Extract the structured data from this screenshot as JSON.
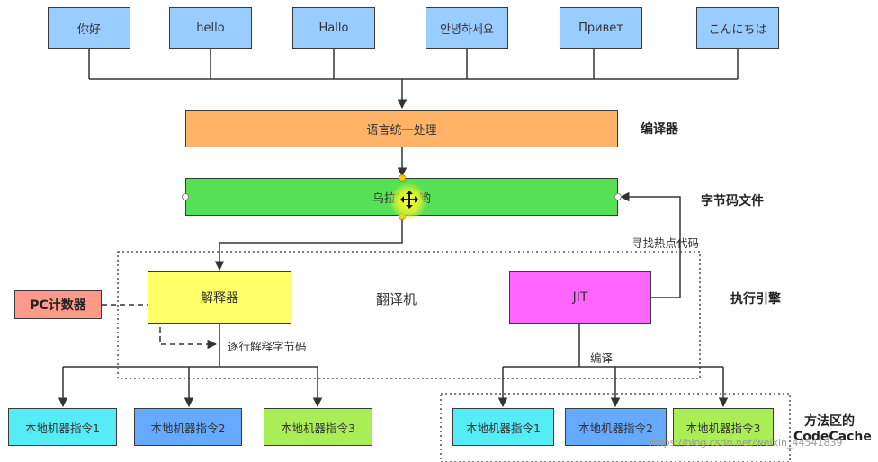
{
  "languages": [
    "你好",
    "hello",
    "Hallo",
    "안녕하세요",
    "Привет",
    "こんにちは"
  ],
  "compiler": {
    "box_label": "语言统一处理",
    "side_label": "编译器"
  },
  "bytecode": {
    "box_label": "乌拉库吗哟",
    "side_label": "字节码文件"
  },
  "hotspot_label": "寻找热点代码",
  "engine": {
    "interpreter_label": "解释器",
    "translator_label": "翻译机",
    "jit_label": "JIT",
    "side_label": "执行引擎",
    "step_label": "逐行解释字节码",
    "compile_label": "编译"
  },
  "pc_counter_label": "PC计数器",
  "native_left": [
    "本地机器指令1",
    "本地机器指令2",
    "本地机器指令3"
  ],
  "native_right": [
    "本地机器指令1",
    "本地机器指令2",
    "本地机器指令3"
  ],
  "method_area": {
    "line1": "方法区的",
    "line2": "CodeCache"
  },
  "watermark": "https://blog.csdn.net/weixin_44541839",
  "colors": {
    "languages": "#99ccff",
    "compiler": "#ffb366",
    "bytecode": "#55e055",
    "interpreter": "#ffff66",
    "jit": "#ff66ff",
    "pc_counter": "#ff9a8a",
    "native_1": "#55ecf5",
    "native_2": "#66aaff",
    "native_3": "#aaee55"
  },
  "icons": {
    "cursor": "move-cursor-icon"
  }
}
